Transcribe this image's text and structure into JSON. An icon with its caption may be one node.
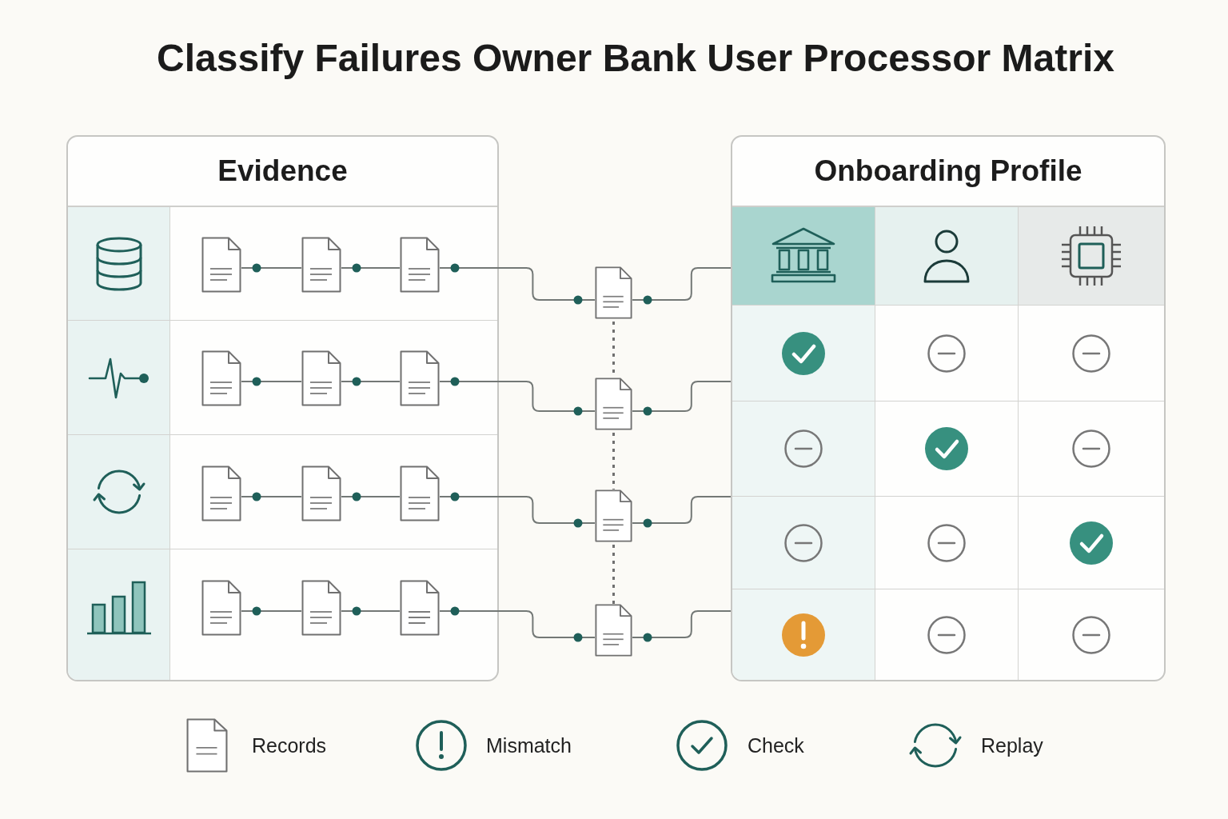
{
  "diagram": {
    "title": "Classify Failures Owner Bank User Processor Matrix",
    "nodes": [
      {
        "text": [
          "Evidence"
        ]
      },
      {
        "text": [],
        "shape": "document",
        "in": 0
      },
      {
        "text": [],
        "shape": "document",
        "in": 0
      },
      {
        "text": [],
        "shape": "document",
        "in": 0
      },
      {
        "text": [],
        "shape": "document",
        "in": 0
      },
      {
        "text": [],
        "shape": "document",
        "in": 0
      },
      {
        "text": [],
        "shape": "document",
        "in": 0
      },
      {
        "text": [],
        "shape": "document",
        "in": 0
      },
      {
        "text": [],
        "shape": "document",
        "in": 0
      },
      {
        "text": [],
        "shape": "document",
        "in": 0
      },
      {
        "text": [],
        "shape": "document",
        "in": 0
      },
      {
        "text": [],
        "shape": "document",
        "in": 0
      },
      {
        "text": [],
        "shape": "document",
        "in": 0
      },
      {
        "text": [],
        "shape": "document"
      },
      {
        "text": [],
        "shape": "document"
      },
      {
        "text": [],
        "shape": "document"
      },
      {
        "text": [],
        "shape": "document"
      },
      {
        "text": [
          "Onboarding Profile"
        ]
      }
    ],
    "edges": [
      {
        "from": 1,
        "to": 2,
        "arrow": "other"
      },
      {
        "from": 2,
        "to": 3,
        "arrow": "other"
      },
      {
        "from": 3,
        "to": 13,
        "arrow": "other"
      },
      {
        "from": 13,
        "to": 17,
        "arrow": "other"
      },
      {
        "from": 4,
        "to": 5,
        "arrow": "other"
      },
      {
        "from": 5,
        "to": 6,
        "arrow": "other"
      },
      {
        "from": 6,
        "to": 14,
        "arrow": "other"
      },
      {
        "from": 14,
        "to": 17,
        "arrow": "other"
      },
      {
        "from": 7,
        "to": 8,
        "arrow": "other"
      },
      {
        "from": 8,
        "to": 9,
        "arrow": "other"
      },
      {
        "from": 9,
        "to": 15,
        "arrow": "other"
      },
      {
        "from": 15,
        "to": 17,
        "arrow": "other"
      },
      {
        "from": 10,
        "to": 11,
        "arrow": "other"
      },
      {
        "from": 11,
        "to": 12,
        "arrow": "other"
      },
      {
        "from": 12,
        "to": 16,
        "arrow": "other"
      },
      {
        "from": 16,
        "to": 17,
        "arrow": "other"
      },
      {
        "from": 13,
        "to": 14,
        "arrow": "none",
        "style": "dashed"
      },
      {
        "from": 14,
        "to": 15,
        "arrow": "none",
        "style": "dashed"
      },
      {
        "from": 15,
        "to": 16,
        "arrow": "none",
        "style": "dashed"
      }
    ],
    "legend": [
      {
        "text": "Records"
      },
      {
        "text": "Mismatch"
      },
      {
        "text": "Check"
      },
      {
        "text": "Replay"
      }
    ]
  }
}
